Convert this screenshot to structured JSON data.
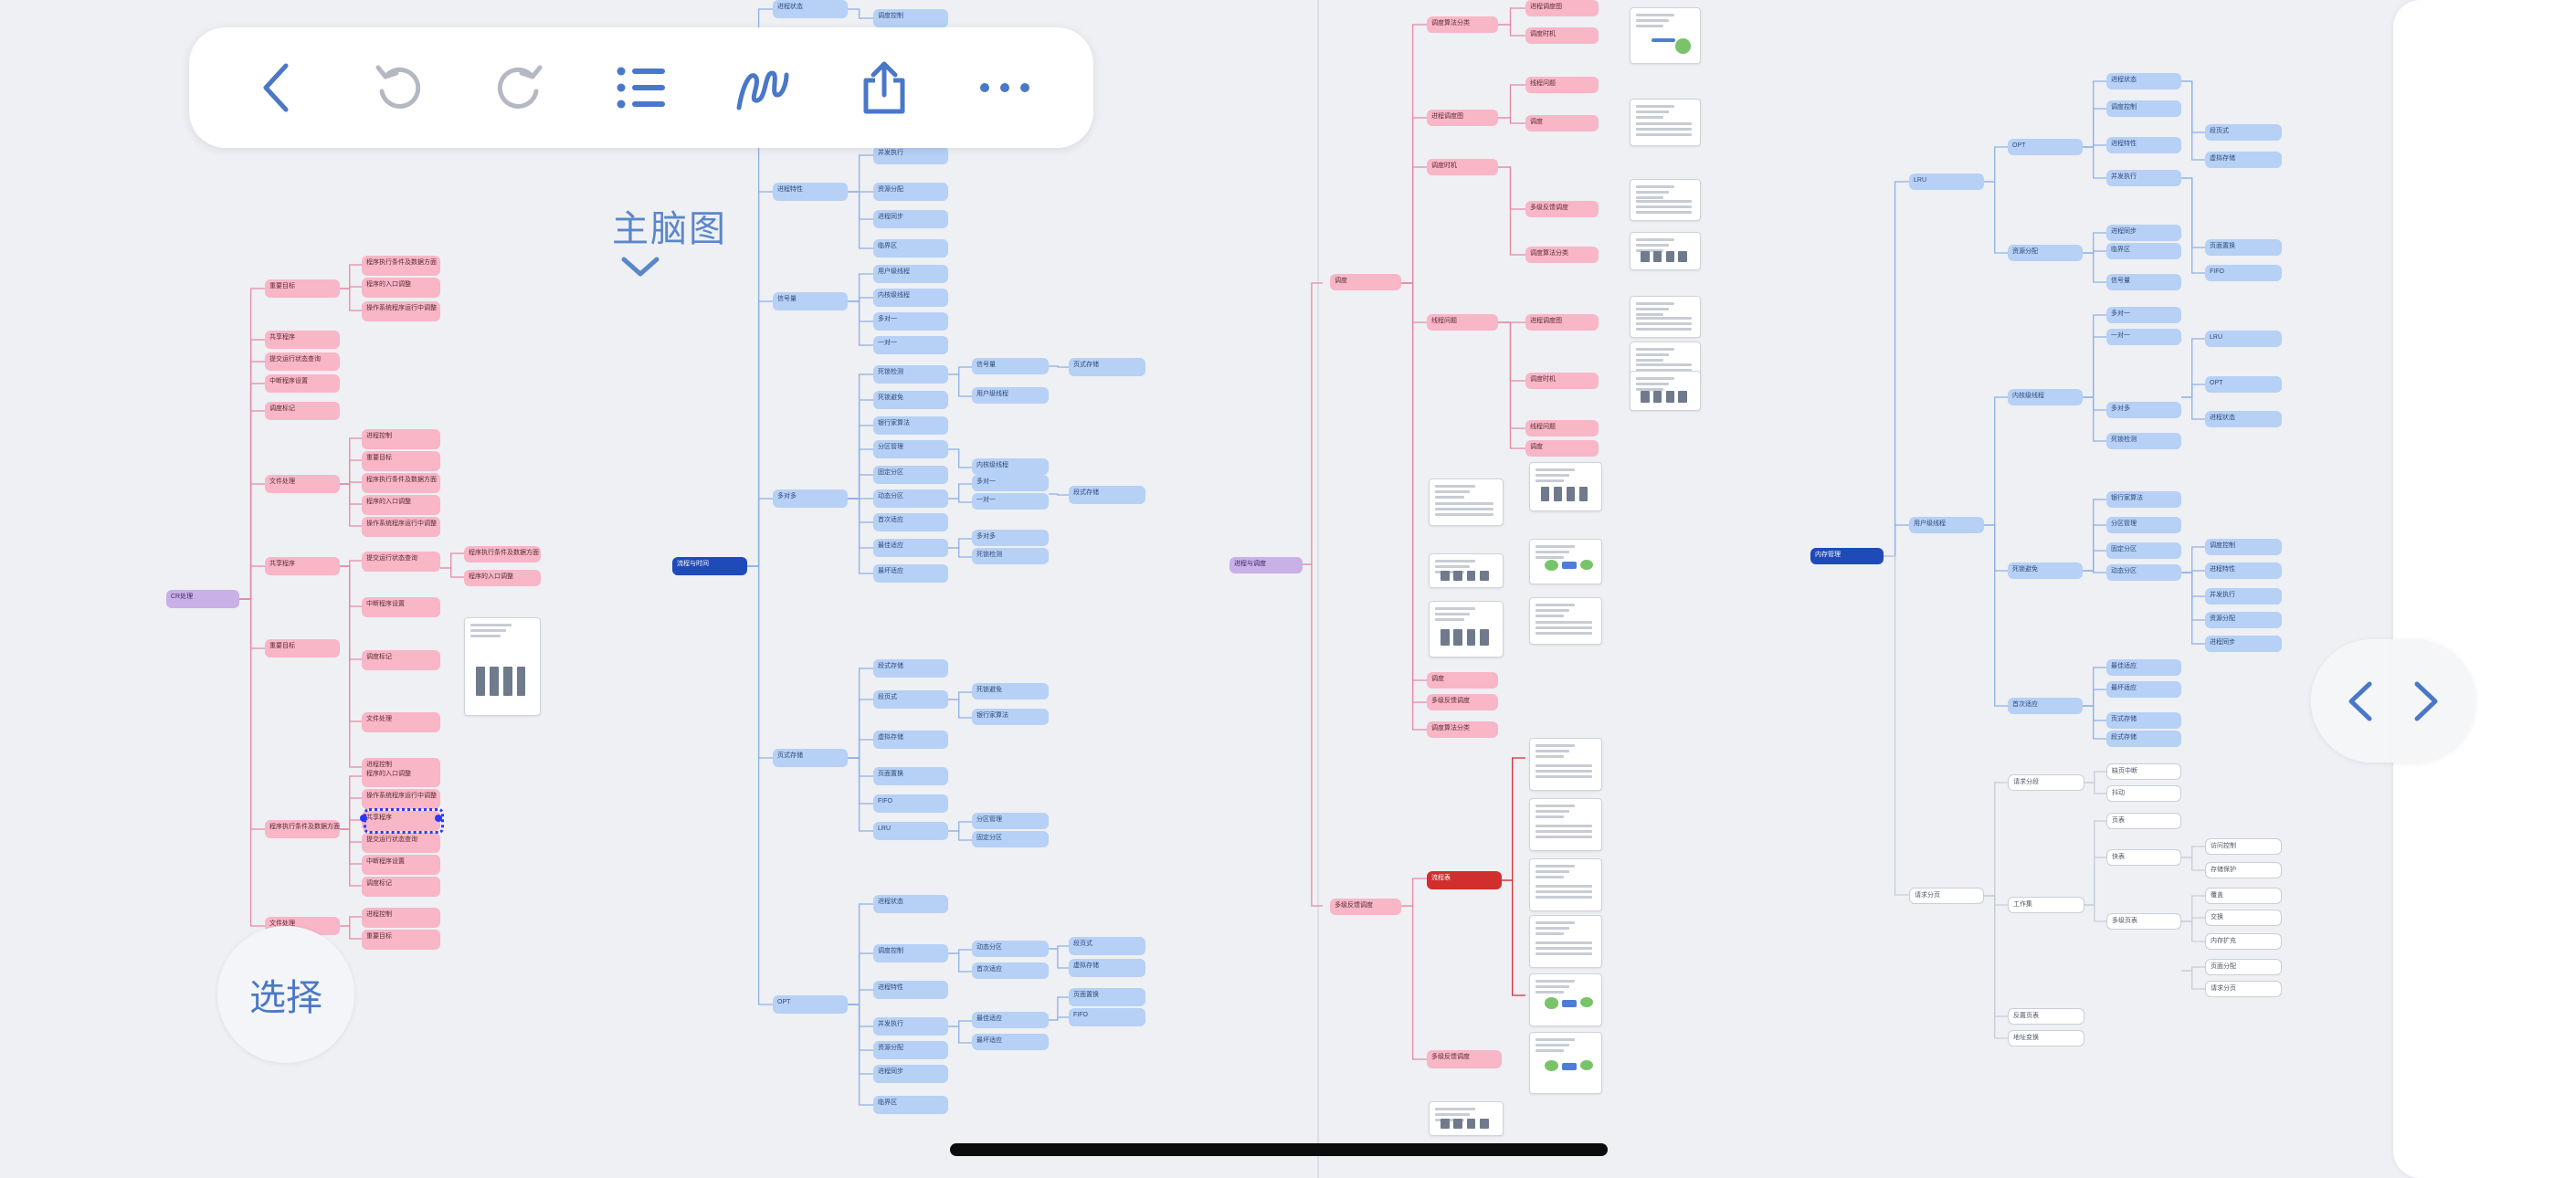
{
  "toolbar": {
    "items": [
      {
        "name": "back",
        "icon": "chevron-left-icon"
      },
      {
        "name": "undo",
        "icon": "undo-icon"
      },
      {
        "name": "redo",
        "icon": "redo-icon"
      },
      {
        "name": "outline",
        "icon": "list-icon"
      },
      {
        "name": "pen",
        "icon": "scribble-pen-icon"
      },
      {
        "name": "share",
        "icon": "share-icon"
      },
      {
        "name": "more",
        "icon": "ellipsis-icon"
      }
    ],
    "colors": {
      "accent": "#4a78c8",
      "disabled": "#b4b8c2"
    }
  },
  "mode": {
    "title": "主脑图"
  },
  "select_button": {
    "label": "选择"
  },
  "colors": {
    "pink": "#f8b6c6",
    "blue": "#b7d0f5",
    "lavender": "#c9b0e6",
    "navy": "#1e4bb8",
    "red": "#d12e2e",
    "branch_pink": "#e58aa2",
    "branch_blue": "#8fb0e6",
    "selection": "#2a38ff"
  },
  "mindmap": {
    "roots": [
      "CR处理",
      "流程与时间",
      "进程与调度",
      "内存管理"
    ],
    "red_node": "流程表",
    "pink_left": [
      "重要目标",
      "程序执行条件及数据方面",
      "程序的入口调整",
      "操作系统程序运行中调整",
      "共享程序",
      "提交运行状态查询",
      "中断程序设置",
      "调度标记",
      "文件处理",
      "进程控制"
    ],
    "pink_center": [
      "调度",
      "多级反馈调度",
      "调度算法分类",
      "进程调度图",
      "调度时机",
      "线程问题"
    ],
    "blue_nodes": [
      "进程状态",
      "调度控制",
      "进程特性",
      "并发执行",
      "资源分配",
      "进程同步",
      "临界区",
      "信号量",
      "用户级线程",
      "内核级线程",
      "多对一",
      "一对一",
      "多对多",
      "死锁检测",
      "死锁避免",
      "银行家算法",
      "分区管理",
      "固定分区",
      "动态分区",
      "首次适应",
      "最佳适应",
      "最坏适应",
      "页式存储",
      "段式存储",
      "段页式",
      "虚拟存储",
      "页面置换",
      "FIFO",
      "LRU",
      "OPT"
    ],
    "white_nodes": [
      "请求分页",
      "请求分段",
      "缺页中断",
      "抖动",
      "工作集",
      "页表",
      "快表",
      "多级页表",
      "反置页表",
      "地址变换",
      "访问控制",
      "存储保护",
      "覆盖",
      "交换",
      "内存扩充",
      "页面分配"
    ]
  }
}
